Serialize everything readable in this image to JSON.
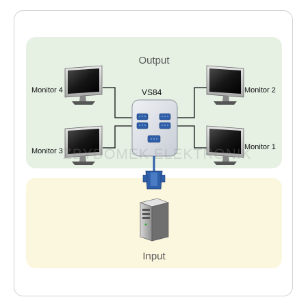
{
  "diagram": {
    "output_label": "Output",
    "input_label": "Input",
    "switch_label": "VS84",
    "watermark": "ZBYDOMEK ELEKTRONIK",
    "monitors": [
      {
        "name": "Monitor 4"
      },
      {
        "name": "Monitor 2"
      },
      {
        "name": "Monitor 3"
      },
      {
        "name": "Monitor 1"
      }
    ]
  },
  "colors": {
    "output_zone": "#e6f1e4",
    "input_zone": "#fbf6de",
    "switch_body": "#dde1e8",
    "vga_connector": "#2f5fa8"
  }
}
